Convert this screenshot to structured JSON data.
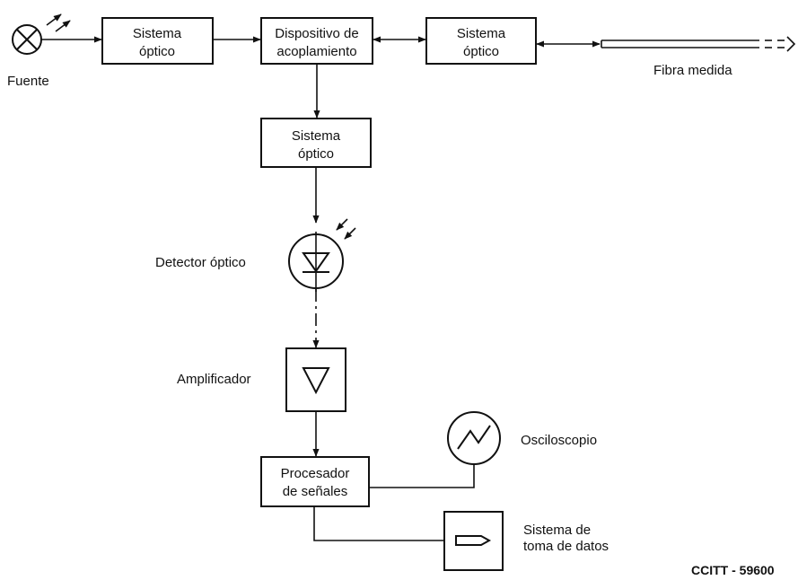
{
  "blocks": {
    "optics_1": [
      "Sistema",
      "óptico"
    ],
    "coupler": [
      "Dispositivo de",
      "acoplamiento"
    ],
    "optics_2": [
      "Sistema",
      "óptico"
    ],
    "optics_3": [
      "Sistema",
      "óptico"
    ],
    "signal_processor": [
      "Procesador",
      "de señales"
    ]
  },
  "labels": {
    "source": "Fuente",
    "fiber": "Fibra medida",
    "detector": "Detector óptico",
    "amplifier": "Amplificador",
    "oscilloscope": "Osciloscopio",
    "acquisition": [
      "Sistema de",
      "toma de datos"
    ]
  },
  "figure_code": "CCITT - 59600"
}
